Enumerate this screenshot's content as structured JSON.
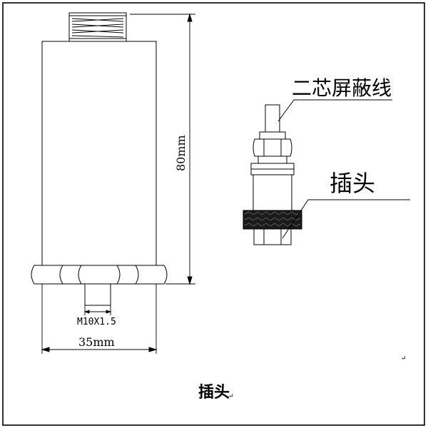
{
  "labels": {
    "height_dim": "80mm",
    "width_dim": "35mm",
    "thread_dim": "M10X1.5",
    "cable_label": "二芯屏蔽线",
    "plug_label": "插头",
    "caption": "插头",
    "return_mark": "↵"
  },
  "colors": {
    "line": "#000000",
    "background": "#ffffff",
    "band_fill": "#1a1a1a"
  }
}
